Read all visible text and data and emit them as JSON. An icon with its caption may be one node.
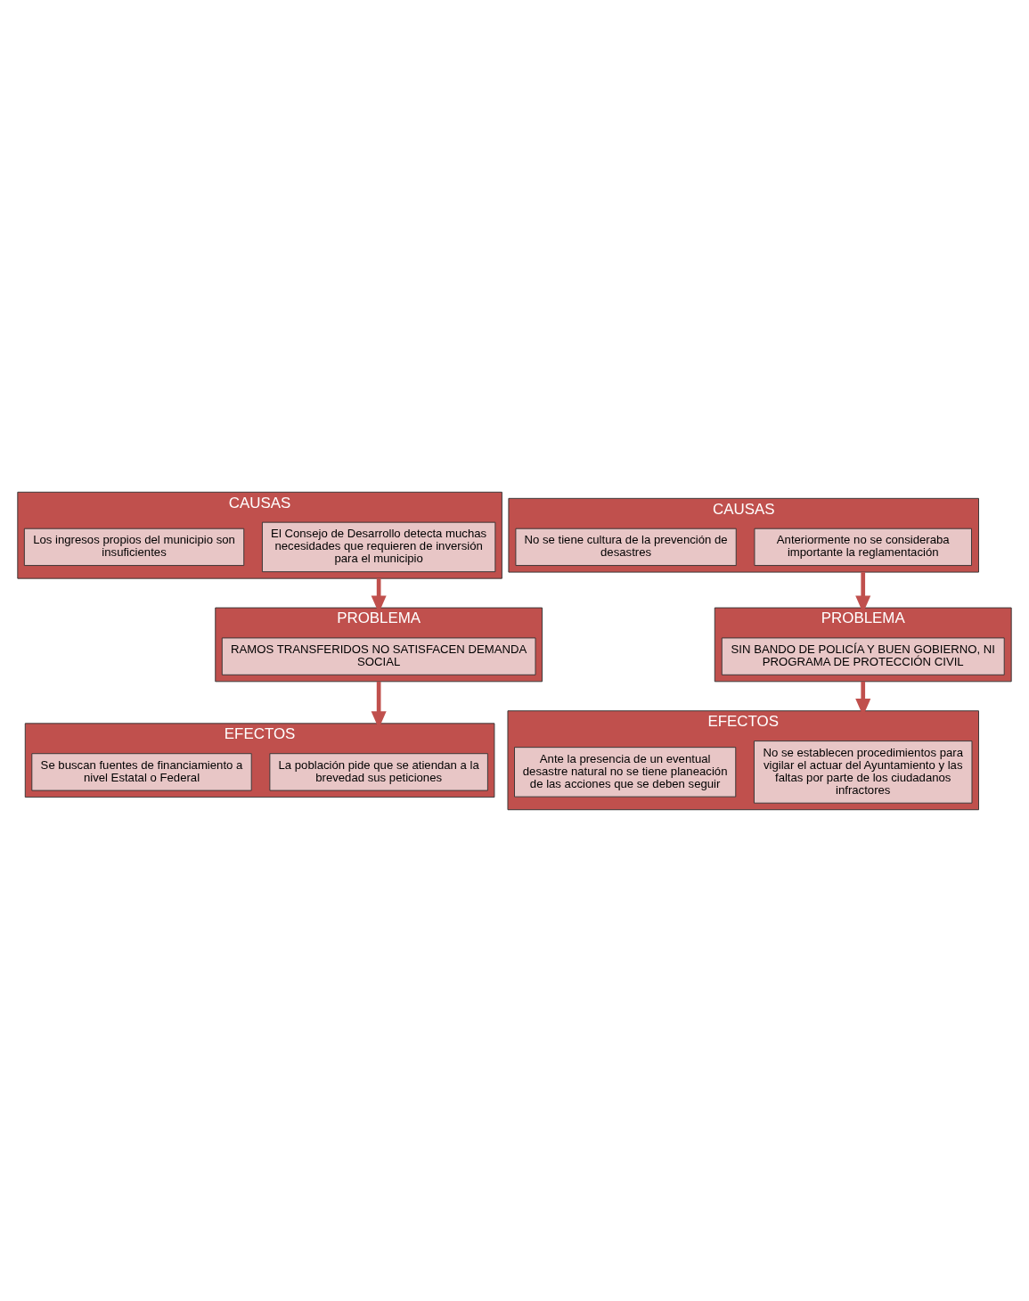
{
  "diagram": {
    "nodes": [
      {
        "text": [
          "CAUSAS"
        ]
      },
      {
        "text": [
          "El Consejo de Desarrollo detecta muchas necesidades que requieren de inversión para el municipio"
        ],
        "in": 0
      },
      {
        "text": [
          "Los ingresos propios del municipio son insuficientes"
        ],
        "in": 0
      },
      {
        "text": [
          "PROBLEMA"
        ]
      },
      {
        "text": [
          "RAMOS TRANSFERIDOS NO SATISFACEN DEMANDA SOCIAL"
        ],
        "in": 3
      },
      {
        "text": [
          "EFECTOS"
        ]
      },
      {
        "text": [
          "La población pide que se atiendan a la brevedad sus peticiones"
        ],
        "in": 5
      },
      {
        "text": [
          "Se buscan fuentes de financiamiento a nivel Estatal o Federal"
        ],
        "in": 5
      },
      {
        "text": [
          "CAUSAS"
        ]
      },
      {
        "text": [
          "Anteriormente no se consideraba importante la reglamentación"
        ],
        "in": 8
      },
      {
        "text": [
          "No se tiene cultura de la prevención de desastres"
        ],
        "in": 8
      },
      {
        "text": [
          "PROBLEMA"
        ]
      },
      {
        "text": [
          "SIN BANDO DE POLICÍA Y BUEN GOBIERNO, NI PROGRAMA DE PROTECCIÓN CIVIL"
        ],
        "in": 11
      },
      {
        "text": [
          "EFECTOS"
        ]
      },
      {
        "text": [
          "No se establecen procedimientos para vigilar el actuar del Ayuntamiento y las faltas por parte de los ciudadanos infractores"
        ],
        "in": 13
      },
      {
        "text": [
          "Ante la presencia de un eventual desastre natural no se tiene planeación de las acciones que se deben seguir"
        ],
        "in": 13
      }
    ],
    "edges": [
      {
        "from": 0,
        "to": 3,
        "arrow": "to"
      },
      {
        "from": 3,
        "to": 5,
        "arrow": "to"
      },
      {
        "from": 8,
        "to": 11,
        "arrow": "to"
      },
      {
        "from": 11,
        "to": 13,
        "arrow": "to"
      }
    ]
  }
}
